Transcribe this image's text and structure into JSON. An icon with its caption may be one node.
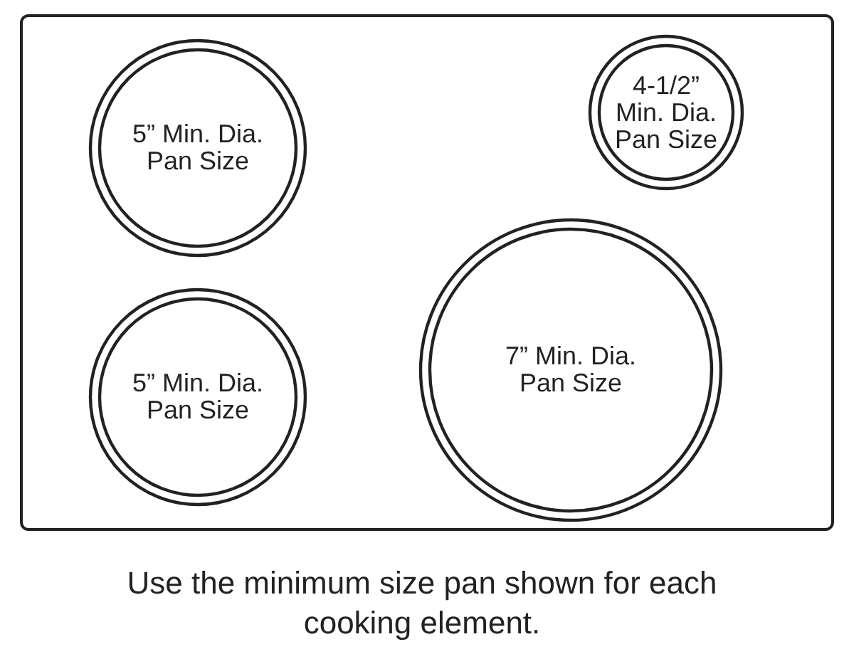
{
  "diagram": {
    "caption": "Use the minimum size pan shown for each cooking element.",
    "nodes": [
      {
        "text": [],
        "shape": "box"
      },
      {
        "text": [
          "5” Min. Dia. Pan Size"
        ],
        "in": 0
      },
      {
        "text": [
          "4-1/2” Min. Dia. Pan Size"
        ],
        "in": 0
      },
      {
        "text": [
          "5” Min. Dia. Pan Size"
        ],
        "in": 0
      },
      {
        "text": [
          "7” Min. Dia. Pan Size"
        ],
        "in": 0
      }
    ],
    "edges": []
  }
}
